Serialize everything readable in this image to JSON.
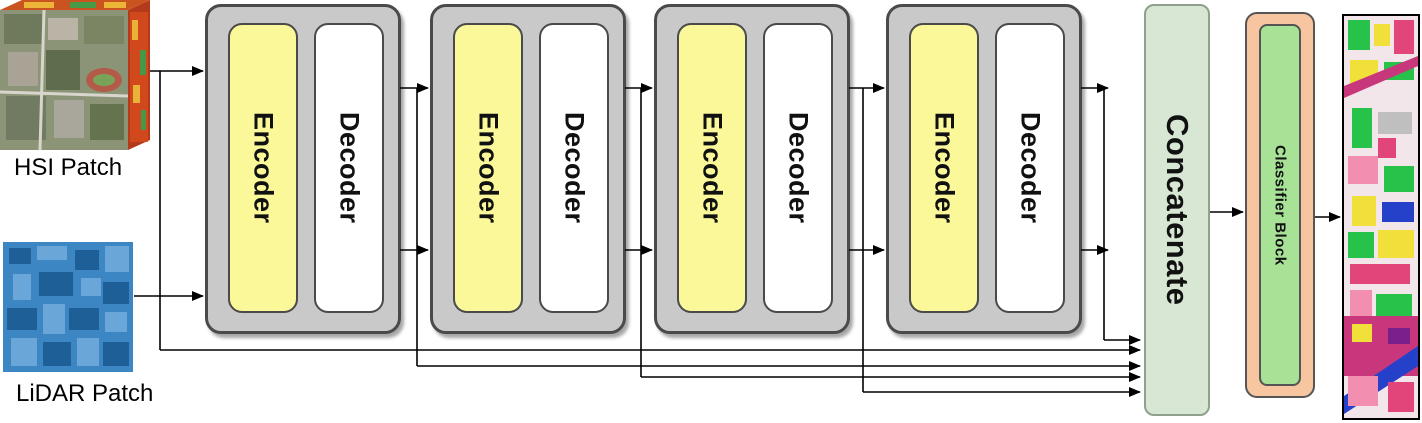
{
  "inputs": {
    "hsi_label": "HSI Patch",
    "lidar_label": "LiDAR Patch"
  },
  "stages": [
    {
      "encoder": "Encoder",
      "decoder": "Decoder"
    },
    {
      "encoder": "Encoder",
      "decoder": "Decoder"
    },
    {
      "encoder": "Encoder",
      "decoder": "Decoder"
    },
    {
      "encoder": "Encoder",
      "decoder": "Decoder"
    }
  ],
  "concatenate_label": "Concatenate",
  "classifier_label": "Classifier Block",
  "colors": {
    "encoder_fill": "#fbf89a",
    "decoder_fill": "#ffffff",
    "stage_fill": "#c9c9c9",
    "concatenate_fill": "#d7e7d4",
    "classifier_outer_fill": "#f7c6a0",
    "classifier_inner_fill": "#a7e296"
  }
}
